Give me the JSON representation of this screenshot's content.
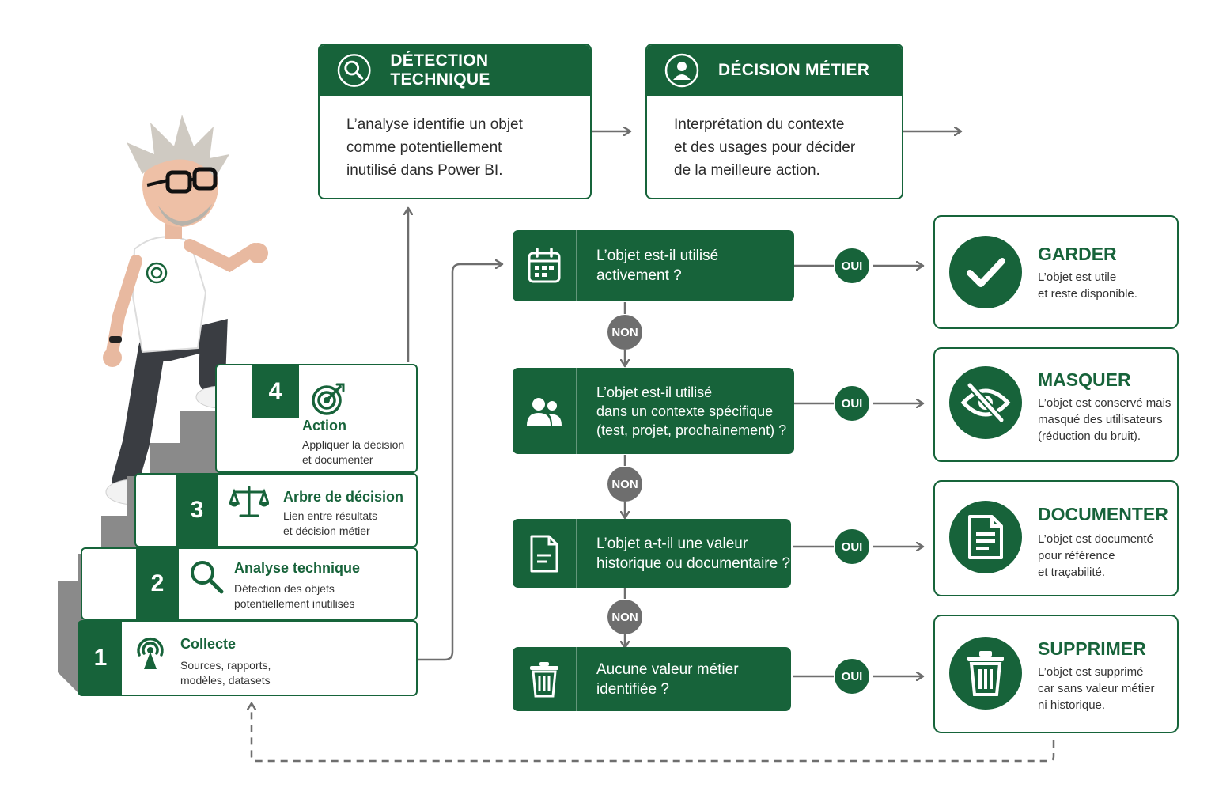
{
  "top": {
    "detection": {
      "title": "DÉTECTION TECHNIQUE",
      "text": "L’analyse identifie un objet\ncomme potentiellement\ninutilisé dans Power BI.",
      "icon": "magnifier-icon"
    },
    "decision": {
      "title": "DÉCISION MÉTIER",
      "text": "Interprétation du contexte\net des usages pour décider\nde la meilleure action.",
      "icon": "user-icon"
    }
  },
  "questions": [
    {
      "text": "L’objet est-il utilisé\nactivement ?",
      "icon": "calendar-icon"
    },
    {
      "text": "L’objet est-il utilisé\ndans un contexte spécifique\n(test, projet, prochainement) ?",
      "icon": "users-icon"
    },
    {
      "text": "L’objet a-t-il une valeur\nhistorique ou documentaire ?",
      "icon": "document-icon"
    },
    {
      "text": "Aucune valeur métier\nidentifiée ?",
      "icon": "trash-icon"
    }
  ],
  "labels": {
    "oui": "OUI",
    "non": "NON"
  },
  "results": [
    {
      "title": "GARDER",
      "text": "L’objet est utile\net reste disponible.",
      "icon": "check-icon"
    },
    {
      "title": "MASQUER",
      "text": "L’objet est conservé mais\nmasqué des utilisateurs\n(réduction du bruit).",
      "icon": "eye-slash-icon"
    },
    {
      "title": "DOCUMENTER",
      "text": "L’objet est documenté pour référence\net traçabilité.",
      "icon": "document-icon"
    },
    {
      "title": "SUPPRIMER",
      "text": "L’objet est supprimé\ncar sans valeur métier\nni historique.",
      "icon": "trash-icon"
    }
  ],
  "steps": [
    {
      "num": "1",
      "title": "Collecte",
      "text": "Sources, rapports,\nmodèles, datasets",
      "icon": "signal-icon"
    },
    {
      "num": "2",
      "title": "Analyse technique",
      "text": "Détection des objets\npotentiellement inutilisés",
      "icon": "magnifier-icon"
    },
    {
      "num": "3",
      "title": "Arbre de décision",
      "text": "Lien entre résultats\net décision métier",
      "icon": "balance-scale-icon"
    },
    {
      "num": "4",
      "title": "Action",
      "text": "Appliquer la décision\net documenter",
      "icon": "target-icon"
    }
  ],
  "colors": {
    "green": "#17633a",
    "gray": "#6e6e6e",
    "stair": "#8a8a8a"
  }
}
